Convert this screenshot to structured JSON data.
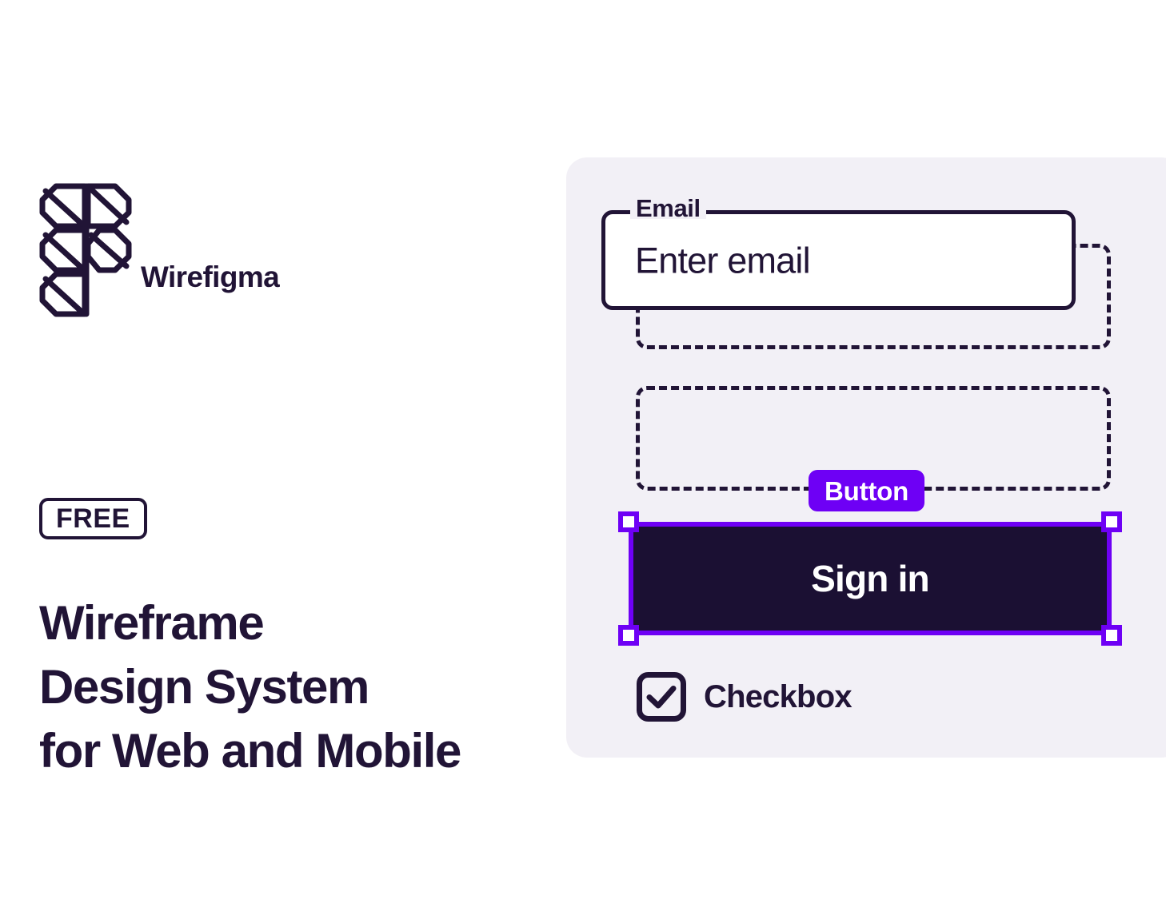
{
  "brand": {
    "name": "Wirefigma",
    "logo_icon": "wirefigma-logo-icon"
  },
  "promo": {
    "badge": "FREE",
    "headline_lines": [
      "Wireframe",
      "Design System",
      "for Web and Mobile"
    ]
  },
  "preview": {
    "email_field": {
      "label": "Email",
      "value": "Enter email",
      "placeholder": "Enter email"
    },
    "button_annotation": "Button",
    "sign_in_button": {
      "label": "Sign in"
    },
    "checkbox": {
      "label": "Checkbox",
      "checked": true,
      "icon": "checkmark-icon"
    }
  },
  "colors": {
    "ink": "#211436",
    "ink_deep": "#1b1033",
    "accent_purple": "#6e00f5",
    "panel_bg": "#f2f0f6",
    "page_bg": "#ffffff",
    "white": "#ffffff"
  }
}
